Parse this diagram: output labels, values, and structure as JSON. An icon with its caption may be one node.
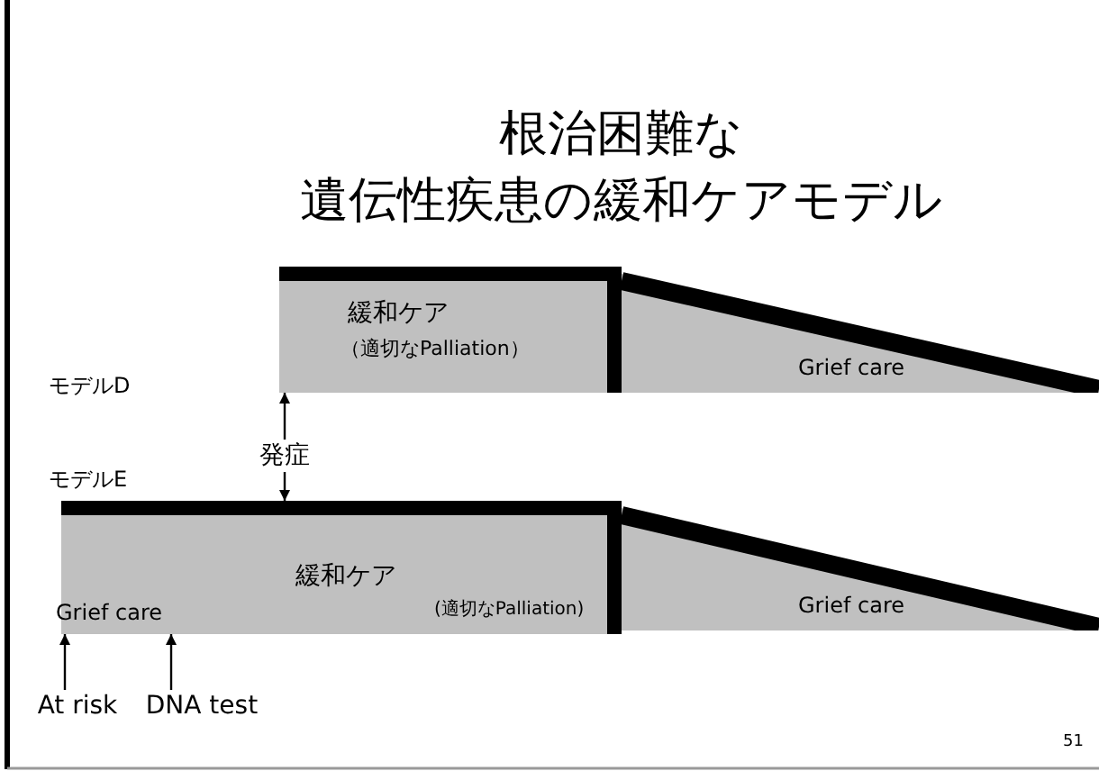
{
  "diagram": {
    "title": "根治困難な遺伝性疾患の緩和ケアモデル",
    "nodes": [
      {
        "text": [
          "緩和ケア",
          "（適切なPalliation）"
        ]
      },
      {
        "text": [
          "Grief care"
        ]
      },
      {
        "text": [
          "Grief care",
          "緩和ケア",
          "(適切なPalliation)"
        ]
      },
      {
        "text": [
          "Grief care"
        ]
      },
      {
        "text": [
          "発症"
        ]
      },
      {
        "text": [
          "At risk"
        ]
      },
      {
        "text": [
          "DNA test"
        ]
      }
    ],
    "edges": [
      {
        "from": 4,
        "to": 0,
        "arrow": "to"
      },
      {
        "from": 4,
        "to": 2,
        "arrow": "to"
      },
      {
        "from": 5,
        "to": 2,
        "arrow": "to"
      },
      {
        "from": 6,
        "to": 2,
        "arrow": "to"
      }
    ],
    "labels": [
      "モデルD",
      "モデルE",
      "51"
    ]
  }
}
